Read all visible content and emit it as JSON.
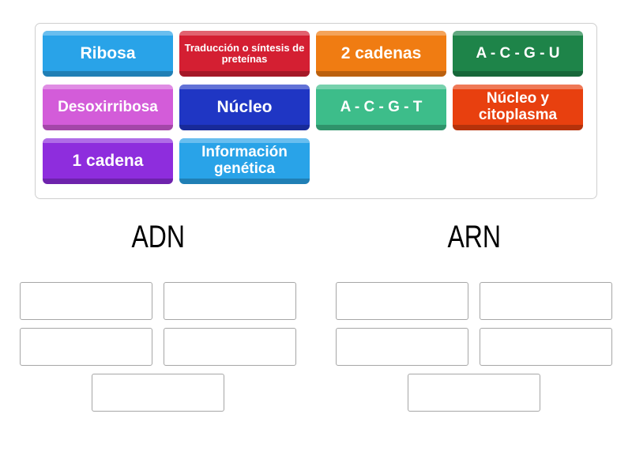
{
  "activity": {
    "type": "group-sort",
    "tile_tray_label": "draggable-answer-tiles",
    "colors": {
      "tray_border": "#cfcfcf",
      "drop_zone_border": "#a6a6a6",
      "heading_text": "#000000",
      "page_background": "#ffffff"
    }
  },
  "tiles": [
    {
      "label": "Ribosa",
      "color": "#29a3e8",
      "size": "lg"
    },
    {
      "label": "Traducción o síntesis de preteínas",
      "color": "#d41f32",
      "size": "sm"
    },
    {
      "label": "2 cadenas",
      "color": "#f07c12",
      "size": "lg"
    },
    {
      "label": "A - C - G - U",
      "color": "#1e8449",
      "size": "md"
    },
    {
      "label": "Desoxirribosa",
      "color": "#d35cd9",
      "size": "md"
    },
    {
      "label": "Núcleo",
      "color": "#1f36c4",
      "size": "lg"
    },
    {
      "label": "A - C - G - T",
      "color": "#3dbd8a",
      "size": "md"
    },
    {
      "label": "Núcleo y citoplasma",
      "color": "#e8400f",
      "size": "md"
    },
    {
      "label": "1 cadena",
      "color": "#8e2ddd",
      "size": "lg"
    },
    {
      "label": "Información genética",
      "color": "#29a3e8",
      "size": "md"
    }
  ],
  "categories": [
    {
      "title": "ADN",
      "drop_zone_count": 5
    },
    {
      "title": "ARN",
      "drop_zone_count": 5
    }
  ]
}
